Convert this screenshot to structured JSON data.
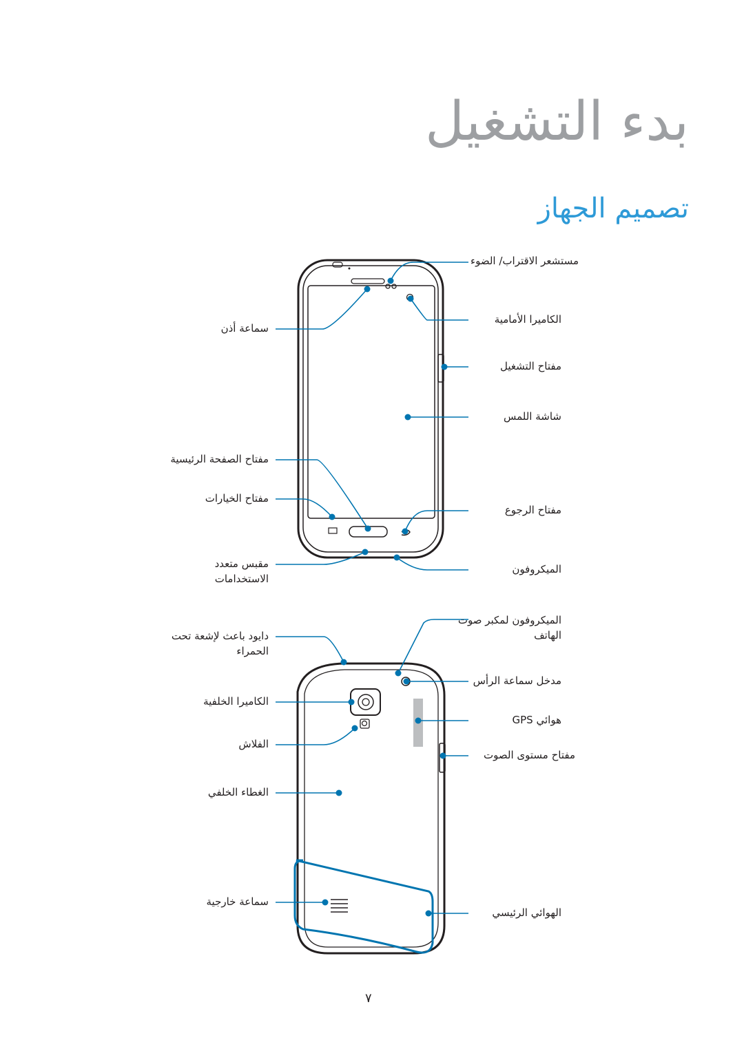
{
  "page": {
    "title": "بدء التشغيل",
    "subtitle": "تصميم الجهاز",
    "page_number": "٧"
  },
  "front_labels": {
    "proximity_sensor": "مستشعر الاقتراب/ الضوء",
    "front_camera": "الكاميرا الأمامية",
    "power_key": "مفتاح التشغيل",
    "touch_screen": "شاشة اللمس",
    "back_key": "مفتاح الرجوع",
    "microphone": "الميكروفون",
    "earpiece": "سماعة أذن",
    "home_key": "مفتاح الصفحة الرئيسية",
    "menu_key": "مفتاح الخيارات",
    "mhl_jack": "مقبس متعدد الاستخدامات"
  },
  "back_labels": {
    "speakerphone_mic": "الميكروفون لمكبر صوت الهاتف",
    "headset_jack": "مدخل سماعة الرأس",
    "gps_antenna": "هوائي GPS",
    "volume_key": "مفتاح مستوى الصوت",
    "main_antenna": "الهوائي الرئيسي",
    "ir_led": "دايود باعث لإشعة تحت الحمراء",
    "rear_camera": "الكاميرا الخلفية",
    "flash": "الفلاش",
    "back_cover": "الغطاء الخلفي",
    "speaker": "سماعة خارجية"
  },
  "colors": {
    "accent": "#0075b0",
    "title_gray": "#9d9fa2",
    "subtitle_blue": "#2e9ad7"
  }
}
